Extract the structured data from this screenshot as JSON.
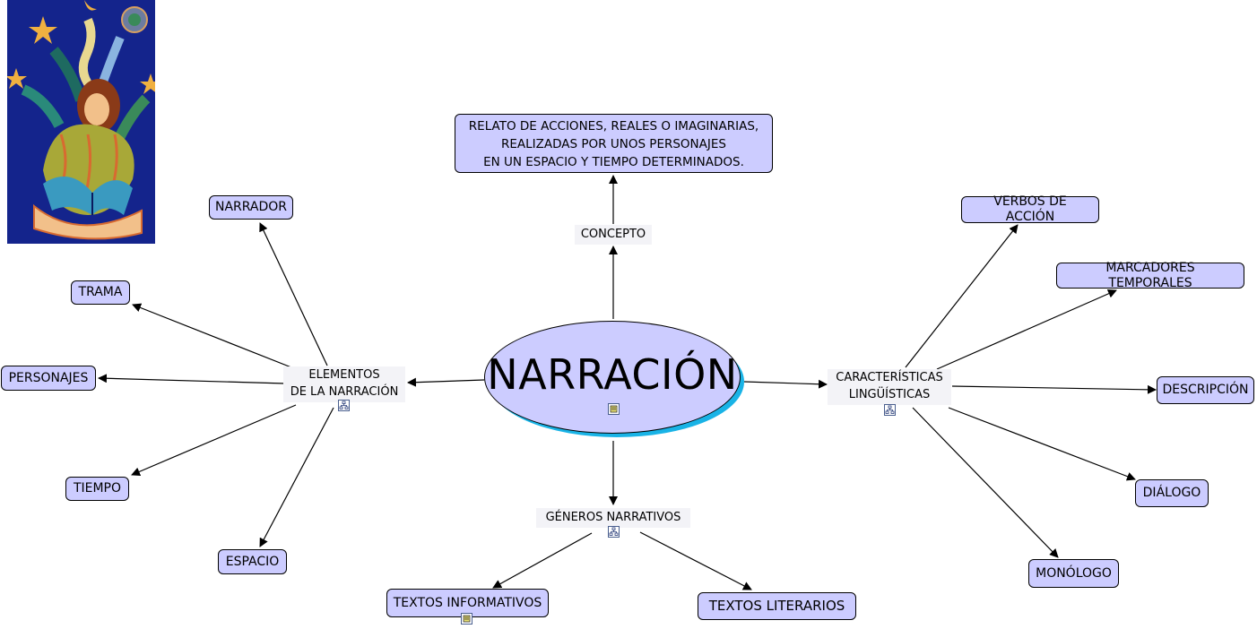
{
  "main": {
    "title": "NARRACIÓN"
  },
  "concept": {
    "link": "CONCEPTO",
    "lines": [
      "RELATO DE ACCIONES, REALES O IMAGINARIAS,",
      "REALIZADAS POR UNOS PERSONAJES",
      "EN UN ESPACIO Y TIEMPO DETERMINADOS."
    ]
  },
  "elementos": {
    "link_lines": [
      "ELEMENTOS",
      "DE LA NARRACIÓN"
    ],
    "nodes": [
      "NARRADOR",
      "TRAMA",
      "PERSONAJES",
      "TIEMPO",
      "ESPACIO"
    ]
  },
  "caracteristicas": {
    "link_lines": [
      "CARACTERÍSTICAS",
      "LINGÜÍSTICAS"
    ],
    "nodes": [
      "VERBOS DE ACCIÓN",
      "MARCADORES TEMPORALES",
      "DESCRIPCIÓN",
      "DIÁLOGO",
      "MONÓLOGO"
    ]
  },
  "generos": {
    "link": "GÉNEROS NARRATIVOS",
    "nodes": [
      "TEXTOS INFORMATIVOS",
      "TEXTOS LITERARIOS"
    ]
  },
  "colors": {
    "node_fill": "#ccccff",
    "main_shadow": "#19b3e6",
    "link_label_bg": "#f3f3f7",
    "picture_bg": "#14248c"
  },
  "icons": {
    "concept_map_icon": "concept-map-icon",
    "document_icon": "document-icon"
  }
}
